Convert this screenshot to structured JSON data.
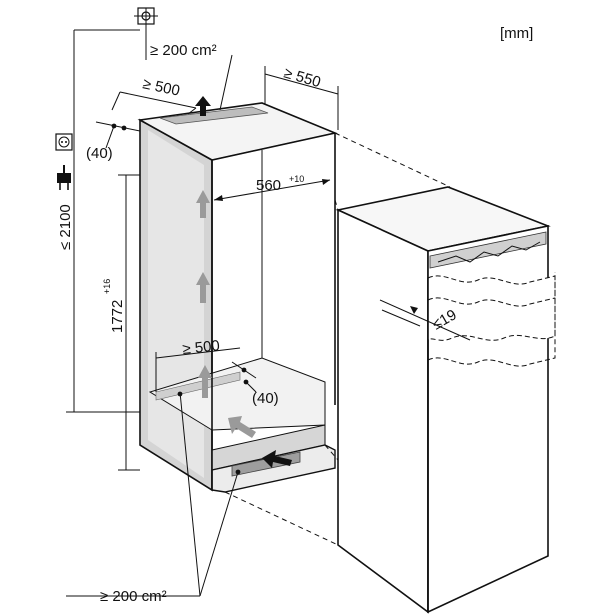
{
  "units_label": "[mm]",
  "dimensions": {
    "top_vent_area": "≥ 200 cm²",
    "top_depth": "≥ 500",
    "depth_total": "≥ 550",
    "gap_left": "(40)",
    "niche_width": "560",
    "niche_width_tol": "+10",
    "niche_height": "1772",
    "niche_height_tol": "+16",
    "total_height": "≤ 2100",
    "bottom_depth": "≥ 500",
    "gap_bottom": "(40)",
    "door_gap": "≤19",
    "bottom_vent_area": "≥ 200 cm²"
  },
  "icons": {
    "water_tap": "water-connection-icon",
    "power_socket": "power-socket-icon",
    "power_plug": "power-plug-icon"
  }
}
